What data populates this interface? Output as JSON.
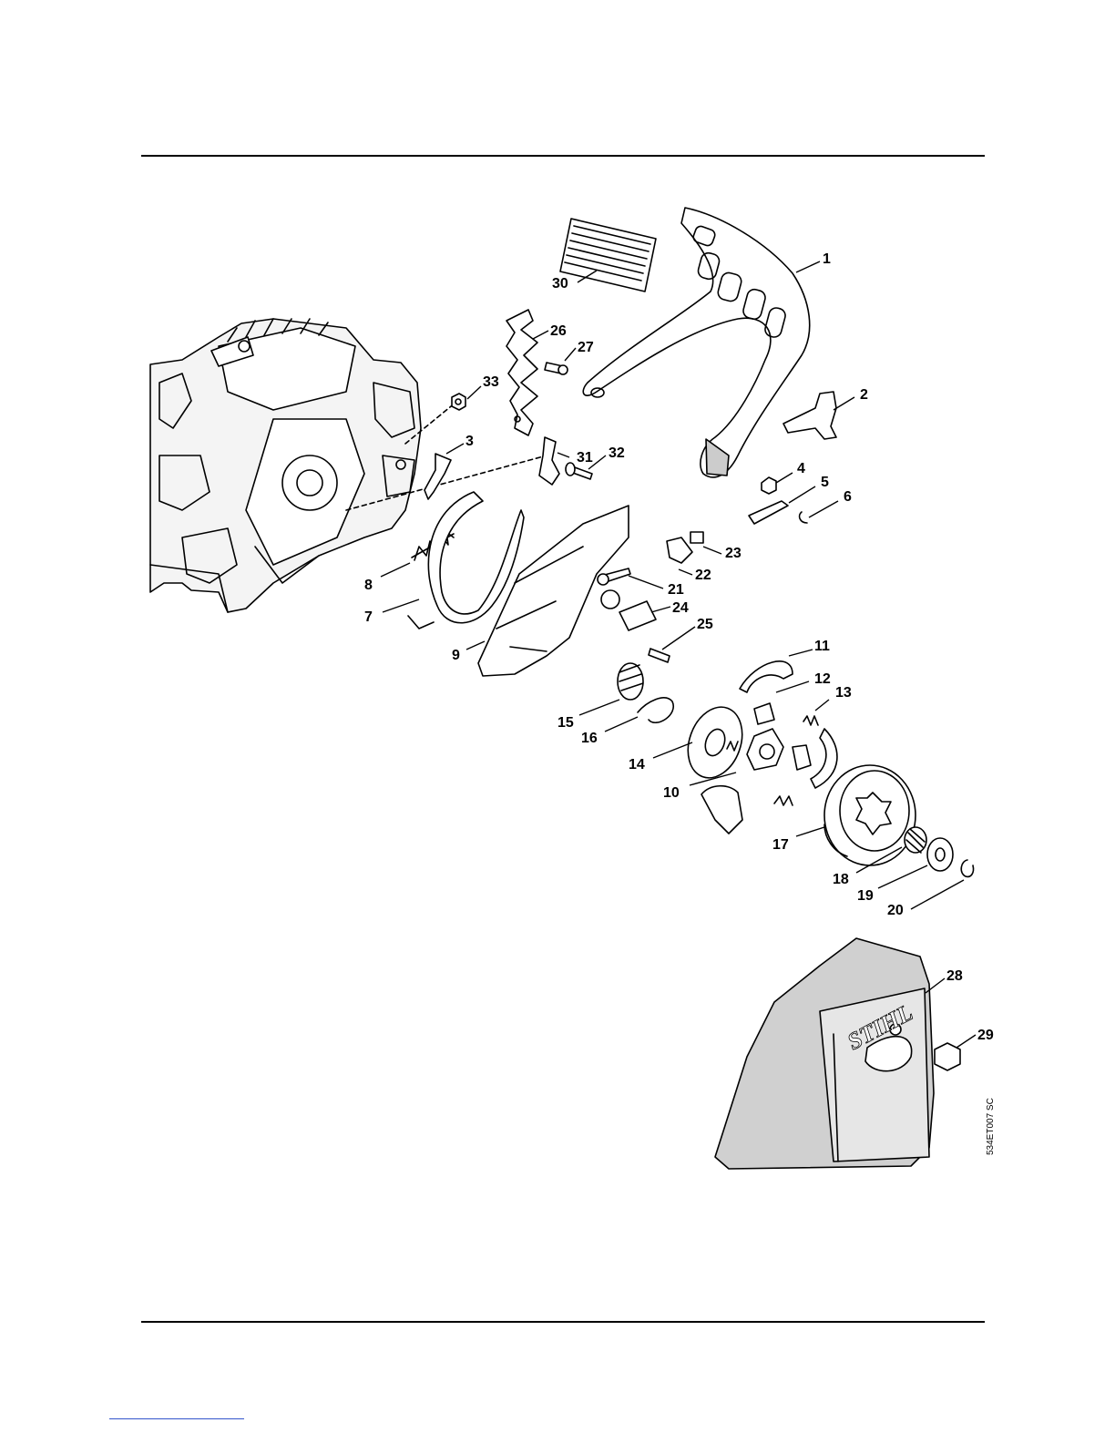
{
  "diagram": {
    "callouts": [
      {
        "id": "c1",
        "label": "1"
      },
      {
        "id": "c2",
        "label": "2"
      },
      {
        "id": "c3",
        "label": "3"
      },
      {
        "id": "c4",
        "label": "4"
      },
      {
        "id": "c5",
        "label": "5"
      },
      {
        "id": "c6",
        "label": "6"
      },
      {
        "id": "c7",
        "label": "7"
      },
      {
        "id": "c8",
        "label": "8"
      },
      {
        "id": "c9",
        "label": "9"
      },
      {
        "id": "c10",
        "label": "10"
      },
      {
        "id": "c11",
        "label": "11"
      },
      {
        "id": "c12",
        "label": "12"
      },
      {
        "id": "c13",
        "label": "13"
      },
      {
        "id": "c14",
        "label": "14"
      },
      {
        "id": "c15",
        "label": "15"
      },
      {
        "id": "c16",
        "label": "16"
      },
      {
        "id": "c17",
        "label": "17"
      },
      {
        "id": "c18",
        "label": "18"
      },
      {
        "id": "c19",
        "label": "19"
      },
      {
        "id": "c20",
        "label": "20"
      },
      {
        "id": "c21",
        "label": "21"
      },
      {
        "id": "c22",
        "label": "22"
      },
      {
        "id": "c23",
        "label": "23"
      },
      {
        "id": "c24",
        "label": "24"
      },
      {
        "id": "c25",
        "label": "25"
      },
      {
        "id": "c26",
        "label": "26"
      },
      {
        "id": "c27",
        "label": "27"
      },
      {
        "id": "c28",
        "label": "28"
      },
      {
        "id": "c29",
        "label": "29"
      },
      {
        "id": "c30",
        "label": "30"
      },
      {
        "id": "c31",
        "label": "31"
      },
      {
        "id": "c32",
        "label": "32"
      },
      {
        "id": "c33",
        "label": "33"
      }
    ],
    "logo_text": "STIHL",
    "drawing_code": "534ET007 SC"
  }
}
